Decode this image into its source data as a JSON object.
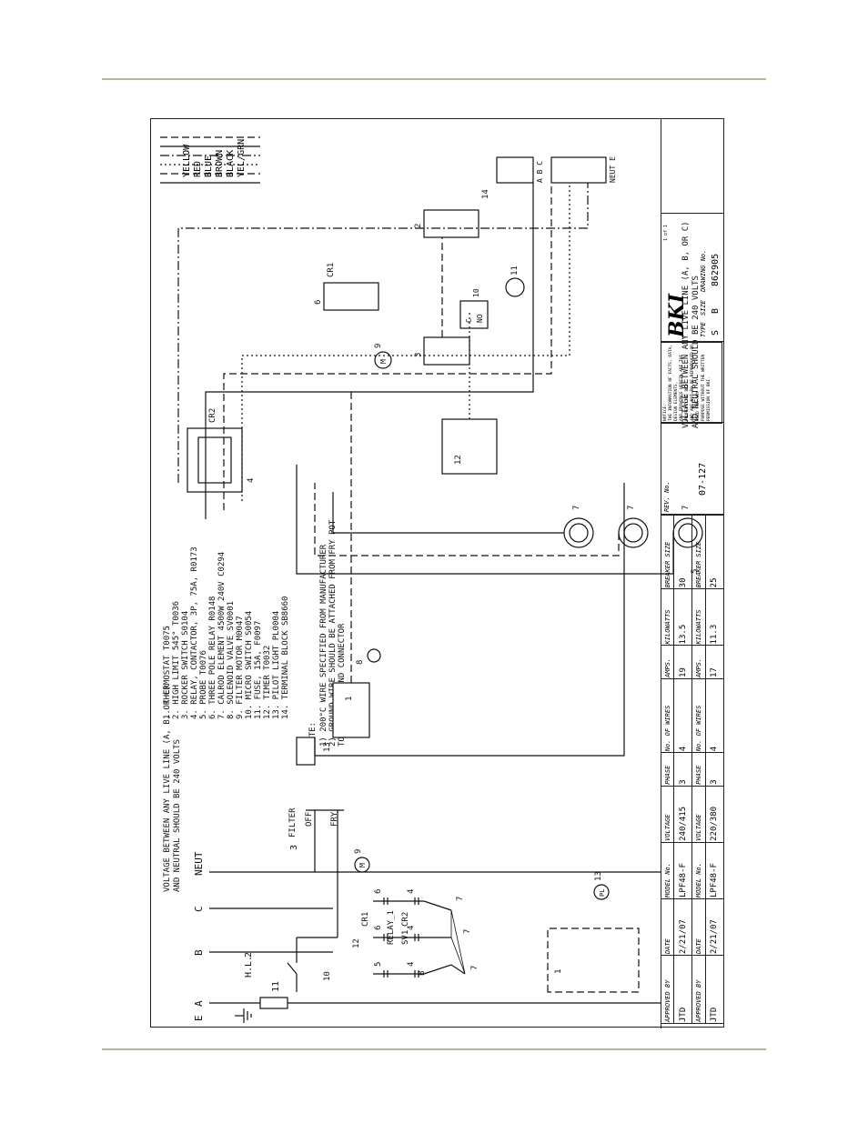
{
  "components": [
    "1.  THERMOSTAT T0075",
    "2.  HIGH LIMIT 545° T0036",
    "3.  ROCKER SWITCH S0104",
    "4.  RELAY, CONTACTOR, 3P, 75A, R0173",
    "5.  PROBE T0076",
    "6.  THREE POLE RELAY R0148",
    "7.  CALROD ELEMENT 4500W 240V C0294",
    "8.  SOLENOID VALVE SV0001",
    "9.  FILTER MOTOR M0047",
    "10. MICRO SWITCH S0054",
    "11. FUSE, 15A, F0097",
    "12. TIMER T0032",
    "13. PILOT LIGHT PL0004",
    "14. TERMINAL BLOCK SB8660"
  ],
  "wire_legend": [
    "YELLOW",
    "RED",
    "BLUE",
    "BROWN",
    "BLACK",
    "YEL/GRN"
  ],
  "voltage_note_1": [
    "VOLTAGE BETWEEN ANY LIVE LINE (A, B, OR C)",
    "AND NEUTRAL SHOULD BE 240 VOLTS"
  ],
  "voltage_note_2": [
    "VOLTAGE BETWEEN ANY LIVE LINE (A, B, OR C)",
    "AND NEUTRAL SHOULD BE 240 VOLTS"
  ],
  "notes": {
    "label": "NOTE:",
    "items": [
      "1)  200°C WIRE SPECIFIED FROM MANUFACTURER",
      "2)  GROUND WIRE SHOULD BE ATTACHED FROM FRY POT",
      "     TO EARTH GROUND CONNECTOR"
    ]
  },
  "schematic_labels": {
    "line_e": "E",
    "line_a": "A",
    "line_b": "B",
    "line_c": "C",
    "line_neut": "NEUT",
    "cr1": "CR1",
    "cr2": "CR2",
    "filter": "FILTER",
    "off": "OFF",
    "fry": "FRY",
    "hl": "H.L.",
    "relay": "RELAY_1",
    "sv1": "SV1",
    "n11": "11",
    "n10": "10",
    "n12": "12",
    "n2": "2",
    "n3": "3",
    "n9": "9",
    "n1": "1",
    "n5": "5",
    "n6": "6",
    "n4": "4",
    "n7": "7",
    "n13": "13",
    "n8": "8",
    "nb": "B",
    "pl": "PL"
  },
  "wiring_labels": {
    "cr1": "CR1",
    "cr2": "CR2",
    "n14": "14",
    "n2": "2",
    "n11": "11",
    "n6": "6",
    "n3": "3",
    "n9": "9",
    "n10": "10",
    "nc": "C",
    "no": "NO",
    "n12": "12",
    "n4": "4",
    "n7": "7",
    "n8": "8",
    "n13": "13",
    "n5": "5",
    "n1": "1",
    "abc": "A B C",
    "neut_e": "NEUT E"
  },
  "title_block": {
    "headers": [
      "APPROVED BY",
      "DATE",
      "MODEL No.",
      "VOLTAGE",
      "PHASE",
      "No. OF WIRES",
      "AMPS.",
      "KILOWATTS",
      "BREAKER SIZE"
    ],
    "rows": [
      [
        "JTD",
        "2/21/07",
        "LPF48-F",
        "240/415",
        "3",
        "4",
        "19",
        "13.5",
        "30"
      ],
      [
        "JTD",
        "2/21/07",
        "LPF48-F",
        "220/380",
        "3",
        "4",
        "17",
        "11.3",
        "25"
      ]
    ],
    "rev_label": "REV. No.",
    "rev_value": "07-127",
    "type_label": "TYPE",
    "size_label": "SIZE",
    "drawing_label": "DRAWING No.",
    "type_value": "S",
    "size_value": "B",
    "drawing_value": "862905",
    "sheet": "1 of 1",
    "logo": "BKI",
    "notice_title": "NOTICE:",
    "notice_lines": [
      "THE INFORMATION OF FACTS, DATA, DESIGN ELEMENTS,",
      "AND DRAWINGS HEREIN ARE THE PROPERTY OF BKI",
      "AND ARE NOT TO BE REPRODUCED OR USED FOR ANY",
      "PURPOSE WITHOUT THE WRITTEN PERMISSION OF BKI."
    ]
  }
}
